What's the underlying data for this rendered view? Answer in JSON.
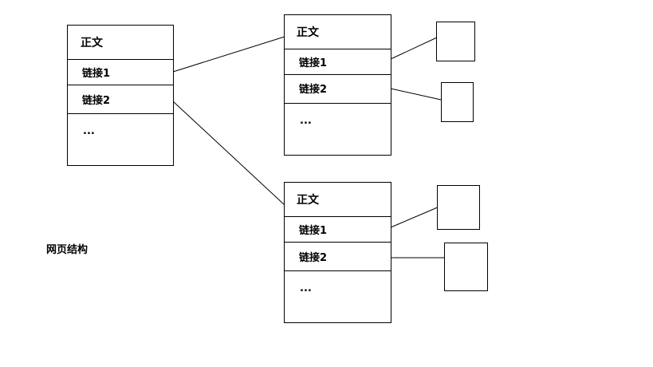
{
  "caption": "网页结构",
  "page_a": {
    "title": "正文",
    "link1": "链接1",
    "link2": "链接2",
    "more": "..."
  },
  "page_b": {
    "title": "正文",
    "link1": "链接1",
    "link2": "链接2",
    "more": "..."
  },
  "page_c": {
    "title": "正文",
    "link1": "链接1",
    "link2": "链接2",
    "more": "..."
  }
}
